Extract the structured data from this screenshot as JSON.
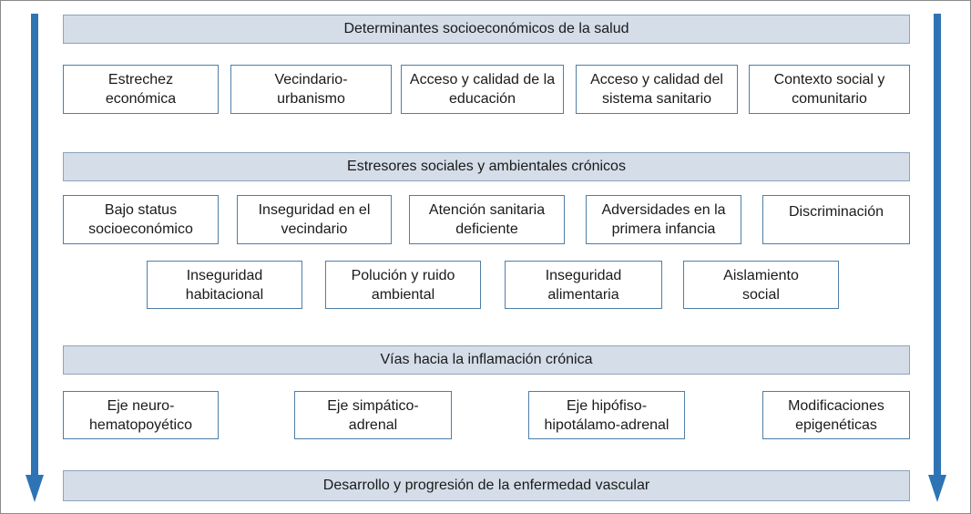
{
  "colors": {
    "arrow": "#2e74b5",
    "header_fill": "#d4dde8",
    "box_border": "#4f7ea8"
  },
  "sections": [
    {
      "title": "Determinantes socioeconómicos de la salud",
      "boxes": [
        "Estrechez\neconómica",
        "Vecindario-\nurbanismo",
        "Acceso y calidad de la\neducación",
        "Acceso y calidad del\nsistema sanitario",
        "Contexto social y\ncomunitario"
      ]
    },
    {
      "title": "Estresores sociales y ambientales crónicos",
      "boxes": [
        "Bajo status\nsocioeconómico",
        "Inseguridad en el\nvecindario",
        "Atención sanitaria\ndeficiente",
        "Adversidades en la\nprimera infancia",
        "Discriminación",
        "Inseguridad\nhabitacional",
        "Polución y ruido\nambiental",
        "Inseguridad\nalimentaria",
        "Aislamiento\nsocial"
      ]
    },
    {
      "title": "Vías hacia la inflamación crónica",
      "boxes": [
        "Eje neuro-\nhematopoyético",
        "Eje simpático-\nadrenal",
        "Eje hipófiso-\nhipotálamo-adrenal",
        "Modificaciones\nepigenéticas"
      ]
    },
    {
      "title": "Desarrollo y progresión de la enfermedad vascular",
      "boxes": []
    }
  ]
}
